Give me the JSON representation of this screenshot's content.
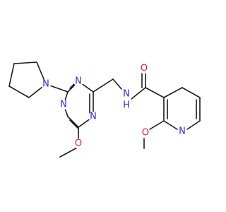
{
  "molecule": {
    "colors": {
      "bond": "#1a1a1a",
      "N": "#2b2bd9",
      "O": "#e02020",
      "H": "#2b2bd9"
    },
    "atoms": [
      {
        "id": "pyrrolidine_N",
        "label": "N",
        "element": "N"
      },
      {
        "id": "triazine_N1",
        "label": "N",
        "element": "N"
      },
      {
        "id": "triazine_N3",
        "label": "N",
        "element": "N"
      },
      {
        "id": "triazine_N5",
        "label": "N",
        "element": "N"
      },
      {
        "id": "methoxy_O_triazine",
        "label": "O",
        "element": "O"
      },
      {
        "id": "amide_N",
        "label": "N",
        "element": "N"
      },
      {
        "id": "amide_H",
        "label": "H",
        "element": "H"
      },
      {
        "id": "carbonyl_O",
        "label": "O",
        "element": "O"
      },
      {
        "id": "methoxy_O_pyridine",
        "label": "O",
        "element": "O"
      },
      {
        "id": "pyridine_N",
        "label": "N",
        "element": "N"
      }
    ]
  }
}
